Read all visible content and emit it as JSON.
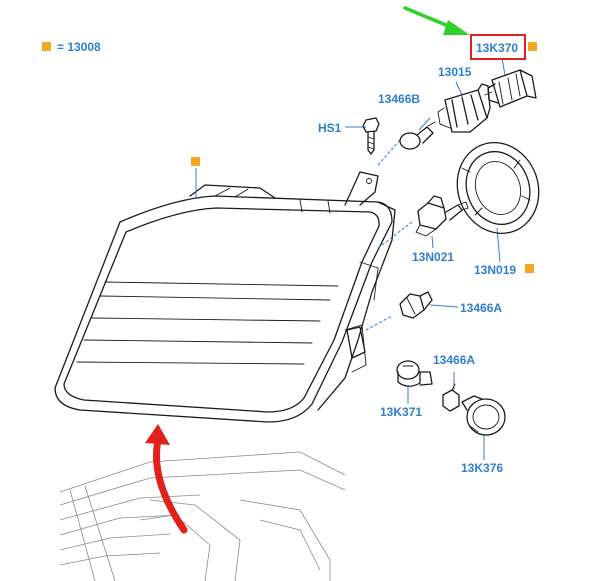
{
  "legend": {
    "code": "= 13008",
    "marker_color": "#f5a623"
  },
  "labels": {
    "p13K370": "13K370",
    "p13015": "13015",
    "p13466B": "13466B",
    "pHS1": "HS1",
    "p13N021": "13N021",
    "p13N019": "13N019",
    "p13466A_1": "13466A",
    "p13466A_2": "13466A",
    "p13K371": "13K371",
    "p13K376": "13K376"
  },
  "colors": {
    "label": "#2f7fd0",
    "highlight_box": "#e0211c",
    "green_arrow": "#2fd12a",
    "red_arrow": "#e0211c",
    "marker": "#f5a623"
  }
}
